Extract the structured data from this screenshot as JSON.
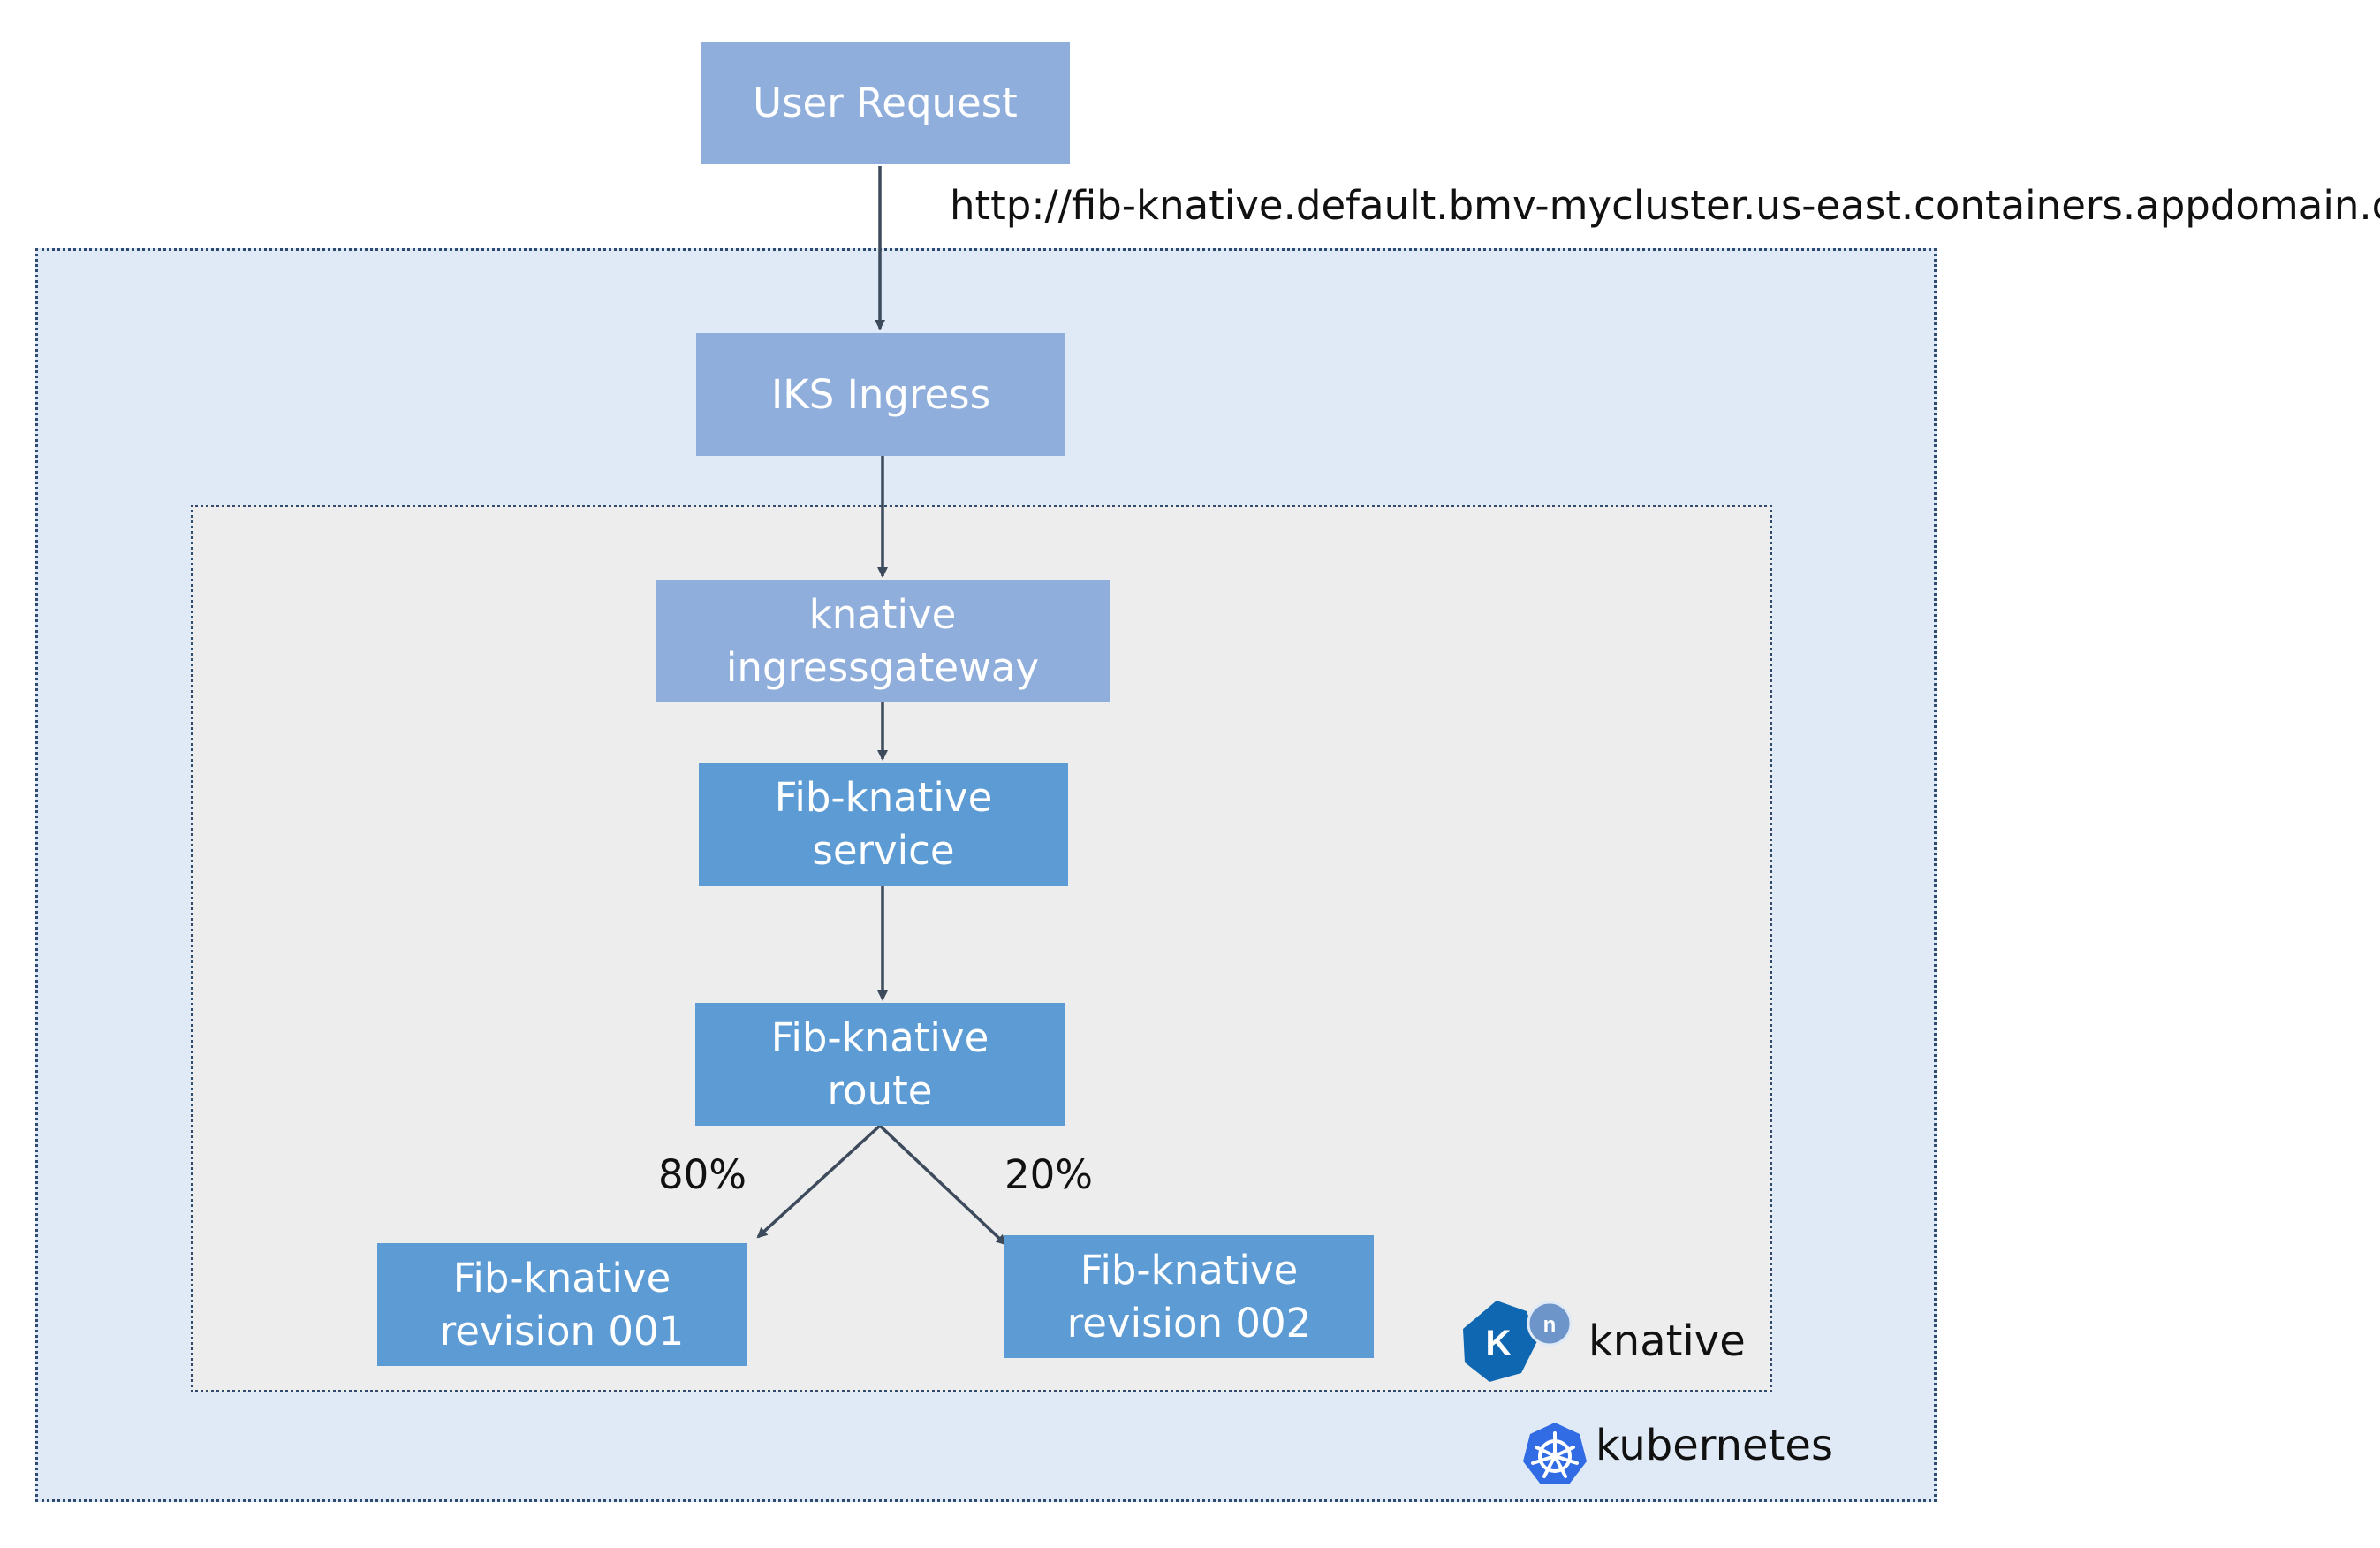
{
  "diagram": {
    "nodes": {
      "user_request": "User Request",
      "iks_ingress": "IKS Ingress",
      "knative_gateway": "knative\ningressgateway",
      "fib_service": "Fib-knative\nservice",
      "fib_route": "Fib-knative\nroute",
      "revision_001": "Fib-knative\nrevision 001",
      "revision_002": "Fib-knative\nrevision 002"
    },
    "url": "http://fib-knative.default.bmv-mycluster.us-east.containers.appdomain.cloud",
    "splits": {
      "left": "80%",
      "right": "20%"
    },
    "logos": {
      "knative": "knative",
      "knative_badge": "n",
      "knative_letter": "K",
      "kubernetes": "kubernetes"
    },
    "colors": {
      "light_box": "#90aedb",
      "mid_box": "#5d9bd4",
      "k8s_region": "#dfeaf6",
      "knative_region": "#ededed",
      "arrow": "#3d4a5c",
      "knative_logo": "#0f67b1",
      "kubernetes_logo": "#326ce5"
    },
    "icons": {
      "knative_logo": "knative-logo-icon",
      "kubernetes_logo": "kubernetes-helm-icon"
    }
  }
}
